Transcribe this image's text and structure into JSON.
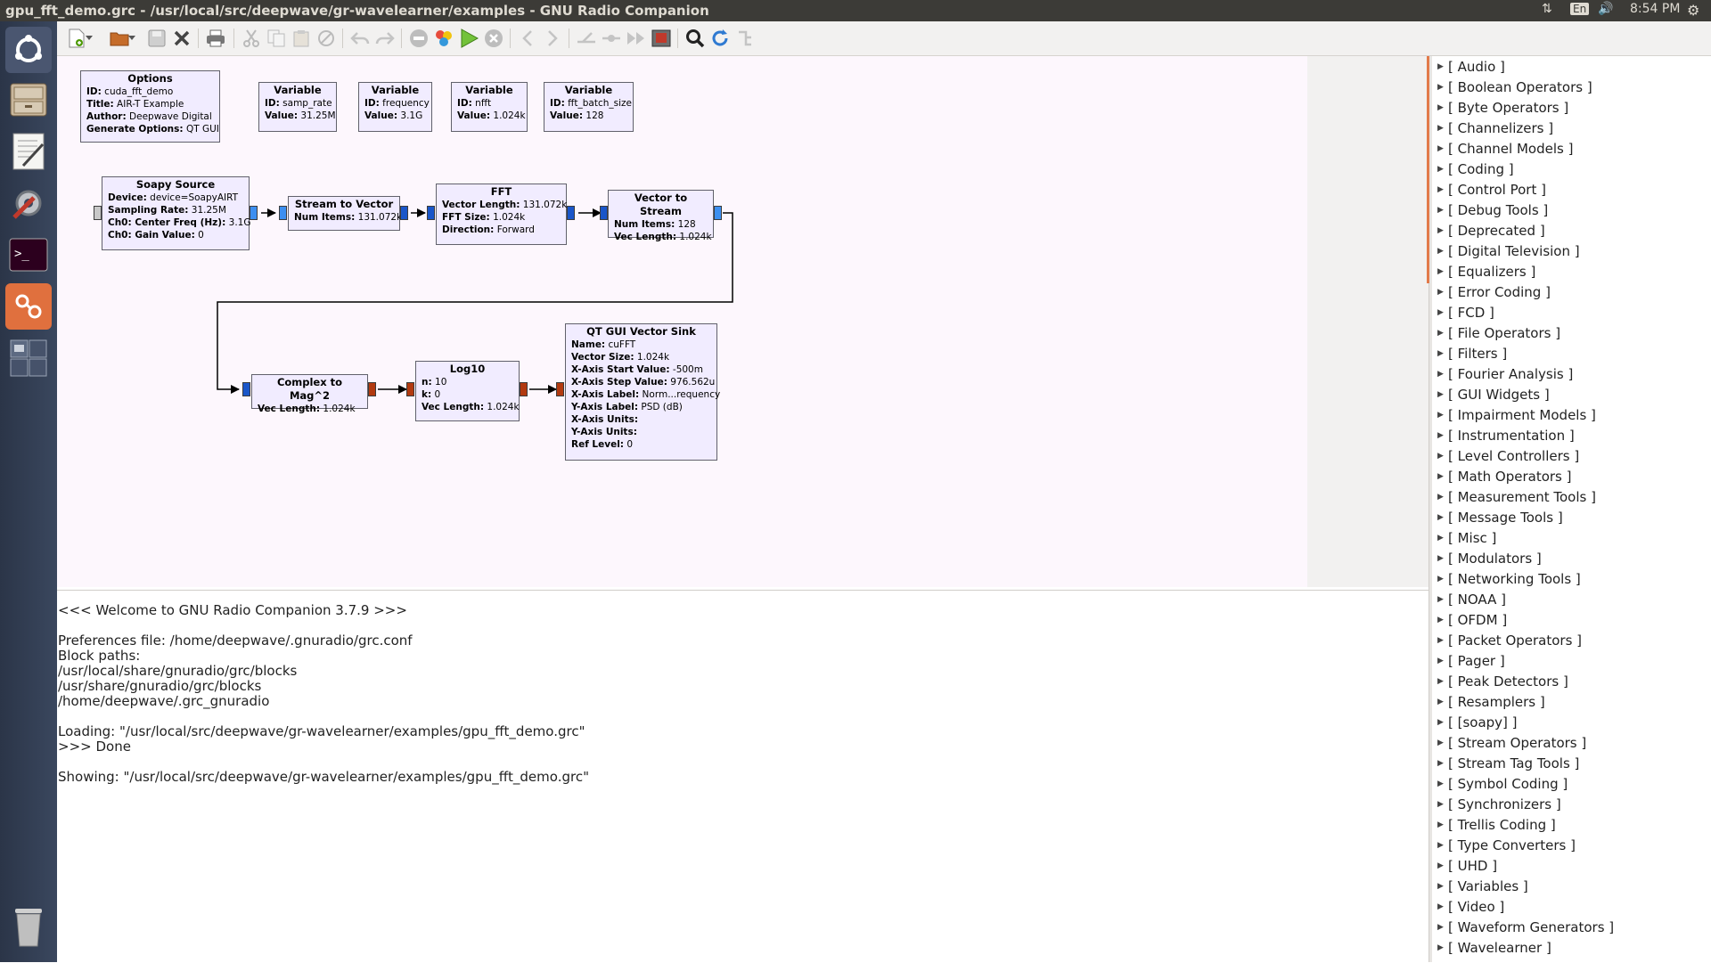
{
  "window": {
    "title": "gpu_fft_demo.grc - /usr/local/src/deepwave/gr-wavelearner/examples - GNU Radio Companion"
  },
  "tray": {
    "network_icon": "updown-arrows-icon",
    "lang": "En",
    "volume_icon": "speaker-icon",
    "clock": "8:54 PM",
    "settings_icon": "gear-icon"
  },
  "launcher": [
    {
      "name": "ubuntu-dash-button"
    },
    {
      "name": "files-button"
    },
    {
      "name": "text-editor-button"
    },
    {
      "name": "system-settings-button"
    },
    {
      "name": "terminal-button"
    },
    {
      "name": "gnuradio-companion-button"
    },
    {
      "name": "workspace-switcher-button"
    },
    {
      "name": "trash-button"
    }
  ],
  "toolbar": [
    {
      "name": "new-button",
      "icon": "new-document-icon"
    },
    {
      "name": "open-button",
      "icon": "open-folder-icon"
    },
    {
      "name": "save-button",
      "icon": "save-icon"
    },
    {
      "name": "close-button",
      "icon": "close-icon"
    },
    {
      "name": "print-button",
      "icon": "printer-icon"
    },
    {
      "name": "cut-button",
      "icon": "scissors-icon"
    },
    {
      "name": "copy-button",
      "icon": "copy-icon"
    },
    {
      "name": "paste-button",
      "icon": "paste-icon"
    },
    {
      "name": "delete-button",
      "icon": "delete-icon"
    },
    {
      "name": "undo-button",
      "icon": "undo-icon"
    },
    {
      "name": "redo-button",
      "icon": "redo-icon"
    },
    {
      "name": "disable-button",
      "icon": "minus-circle-icon"
    },
    {
      "name": "generate-button",
      "icon": "generate-icon"
    },
    {
      "name": "execute-button",
      "icon": "play-icon"
    },
    {
      "name": "kill-button",
      "icon": "stop-icon"
    },
    {
      "name": "rotate-ccw-button",
      "icon": "chevron-left-icon"
    },
    {
      "name": "rotate-cw-button",
      "icon": "chevron-right-icon"
    },
    {
      "name": "enable-button",
      "icon": "enable-icon"
    },
    {
      "name": "bypass-button",
      "icon": "bypass-icon"
    },
    {
      "name": "find-block-button",
      "icon": "search-icon"
    },
    {
      "name": "reload-button",
      "icon": "refresh-icon"
    }
  ],
  "flowgraph": {
    "options": {
      "title": "Options",
      "params": [
        [
          "ID:",
          "cuda_fft_demo"
        ],
        [
          "Title:",
          "AIR-T Example"
        ],
        [
          "Author:",
          "Deepwave Digital"
        ],
        [
          "Generate Options:",
          "QT GUI"
        ]
      ]
    },
    "variables": [
      {
        "title": "Variable",
        "params": [
          [
            "ID:",
            "samp_rate"
          ],
          [
            "Value:",
            "31.25M"
          ]
        ]
      },
      {
        "title": "Variable",
        "params": [
          [
            "ID:",
            "frequency"
          ],
          [
            "Value:",
            "3.1G"
          ]
        ]
      },
      {
        "title": "Variable",
        "params": [
          [
            "ID:",
            "nfft"
          ],
          [
            "Value:",
            "1.024k"
          ]
        ]
      },
      {
        "title": "Variable",
        "params": [
          [
            "ID:",
            "fft_batch_size"
          ],
          [
            "Value:",
            "128"
          ]
        ]
      }
    ],
    "soapy": {
      "title": "Soapy Source",
      "params": [
        [
          "Device:",
          "device=SoapyAIRT"
        ],
        [
          "Sampling Rate:",
          "31.25M"
        ],
        [
          "Ch0: Center Freq (Hz):",
          "3.1G"
        ],
        [
          "Ch0: Gain Value:",
          "0"
        ]
      ]
    },
    "s2v": {
      "title": "Stream to Vector",
      "params": [
        [
          "Num Items:",
          "131.072k"
        ]
      ]
    },
    "fft": {
      "title": "FFT",
      "params": [
        [
          "Vector Length:",
          "131.072k"
        ],
        [
          "FFT Size:",
          "1.024k"
        ],
        [
          "Direction:",
          "Forward"
        ]
      ]
    },
    "v2s": {
      "title": "Vector to Stream",
      "params": [
        [
          "Num Items:",
          "128"
        ],
        [
          "Vec Length:",
          "1.024k"
        ]
      ]
    },
    "cmag": {
      "title": "Complex to Mag^2",
      "params": [
        [
          "Vec Length:",
          "1.024k"
        ]
      ]
    },
    "log10": {
      "title": "Log10",
      "params": [
        [
          "n:",
          "10"
        ],
        [
          "k:",
          "0"
        ],
        [
          "Vec Length:",
          "1.024k"
        ]
      ]
    },
    "sink": {
      "title": "QT GUI Vector Sink",
      "params": [
        [
          "Name:",
          "cuFFT"
        ],
        [
          "Vector Size:",
          "1.024k"
        ],
        [
          "X-Axis Start Value:",
          "-500m"
        ],
        [
          "X-Axis Step Value:",
          "976.562u"
        ],
        [
          "X-Axis Label:",
          "Norm...requency"
        ],
        [
          "Y-Axis Label:",
          "PSD (dB)"
        ],
        [
          "X-Axis Units:",
          ""
        ],
        [
          "Y-Axis Units:",
          ""
        ],
        [
          "Ref Level:",
          "0"
        ]
      ]
    }
  },
  "log": {
    "lines": [
      "<<< Welcome to GNU Radio Companion 3.7.9 >>>",
      "",
      "Preferences file: /home/deepwave/.gnuradio/grc.conf",
      "Block paths:",
      "      /usr/local/share/gnuradio/grc/blocks",
      "      /usr/share/gnuradio/grc/blocks",
      "      /home/deepwave/.grc_gnuradio",
      "",
      "Loading: \"/usr/local/src/deepwave/gr-wavelearner/examples/gpu_fft_demo.grc\"",
      ">>> Done",
      "",
      "Showing: \"/usr/local/src/deepwave/gr-wavelearner/examples/gpu_fft_demo.grc\""
    ]
  },
  "library": [
    "[ Audio ]",
    "[ Boolean Operators ]",
    "[ Byte Operators ]",
    "[ Channelizers ]",
    "[ Channel Models ]",
    "[ Coding ]",
    "[ Control Port ]",
    "[ Debug Tools ]",
    "[ Deprecated ]",
    "[ Digital Television ]",
    "[ Equalizers ]",
    "[ Error Coding ]",
    "[ FCD ]",
    "[ File Operators ]",
    "[ Filters ]",
    "[ Fourier Analysis ]",
    "[ GUI Widgets ]",
    "[ Impairment Models ]",
    "[ Instrumentation ]",
    "[ Level Controllers ]",
    "[ Math Operators ]",
    "[ Measurement Tools ]",
    "[ Message Tools ]",
    "[ Misc ]",
    "[ Modulators ]",
    "[ Networking Tools ]",
    "[ NOAA ]",
    "[ OFDM ]",
    "[ Packet Operators ]",
    "[ Pager ]",
    "[ Peak Detectors ]",
    "[ Resamplers ]",
    "[ [soapy] ]",
    "[ Stream Operators ]",
    "[ Stream Tag Tools ]",
    "[ Symbol Coding ]",
    "[ Synchronizers ]",
    "[ Trellis Coding ]",
    "[ Type Converters ]",
    "[ UHD ]",
    "[ Variables ]",
    "[ Video ]",
    "[ Waveform Generators ]",
    "[ Wavelearner ]"
  ],
  "colors": {
    "complex_port": "#1a56c9",
    "float_port": "#b23a10",
    "block_fill": "#f1ecff",
    "canvas": "#fdf7fd"
  }
}
